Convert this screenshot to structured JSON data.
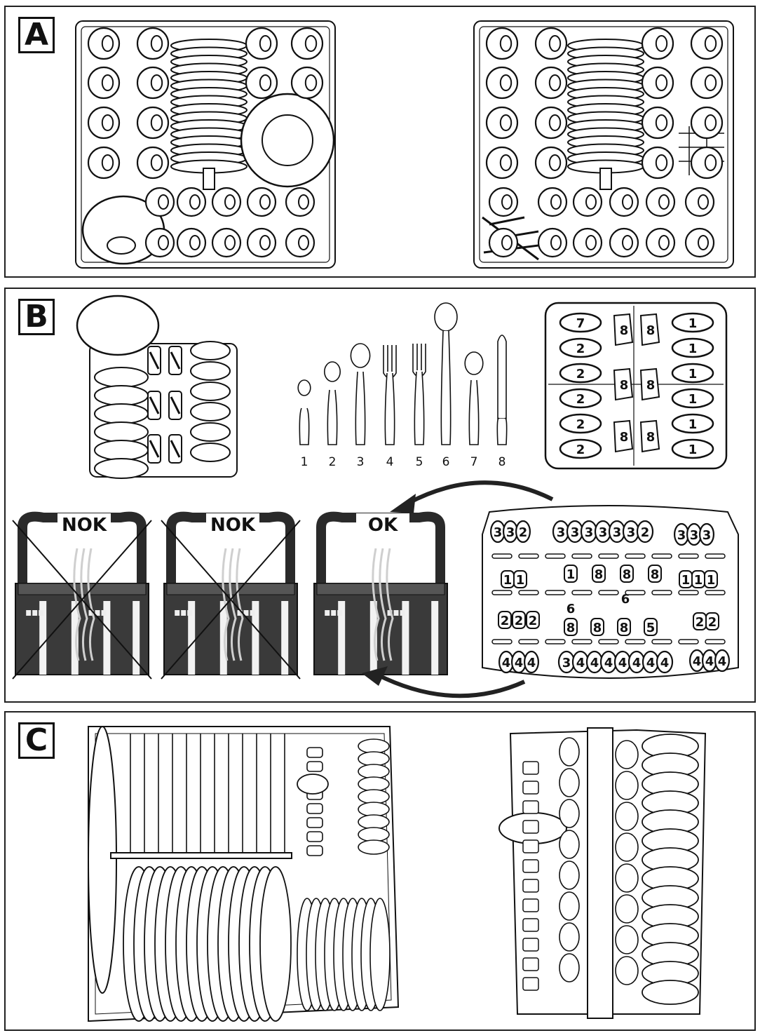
{
  "panels": {
    "a": {
      "label": "A"
    },
    "b": {
      "label": "B"
    },
    "c": {
      "label": "C"
    }
  },
  "cutlery_numbers": [
    "1",
    "2",
    "3",
    "4",
    "5",
    "6",
    "7",
    "8"
  ],
  "basket_grid": {
    "left": [
      "7",
      "2",
      "2",
      "2",
      "2",
      "2"
    ],
    "middle": [
      "8",
      "8",
      "8",
      "8",
      "8",
      "8"
    ],
    "right": [
      "1",
      "1",
      "1",
      "1",
      "1",
      "1"
    ]
  },
  "baskets": {
    "nok1": "NOK",
    "nok2": "NOK",
    "ok": "OK"
  },
  "cutlery_tray": {
    "top_left": [
      "3",
      "3",
      "2"
    ],
    "top_mid": [
      "3",
      "3",
      "3",
      "3",
      "3",
      "3",
      "2"
    ],
    "top_right": [
      "3",
      "3",
      "3"
    ],
    "row2_left": [
      "1",
      "1"
    ],
    "row2_mid": [
      "1",
      "8",
      "8",
      "8"
    ],
    "row2_right": [
      "1",
      "1",
      "1"
    ],
    "mid_labels": [
      "6",
      "6"
    ],
    "row3_left": [
      "2",
      "2",
      "2"
    ],
    "row3_mid": [
      "8",
      "8",
      "8",
      "5"
    ],
    "row3_right": [
      "2",
      "2"
    ],
    "bottom_left": [
      "4",
      "4",
      "4"
    ],
    "bottom_mid": [
      "3",
      "4",
      "4",
      "4",
      "4",
      "4",
      "4",
      "4"
    ],
    "bottom_right": [
      "4",
      "4",
      "4"
    ]
  }
}
